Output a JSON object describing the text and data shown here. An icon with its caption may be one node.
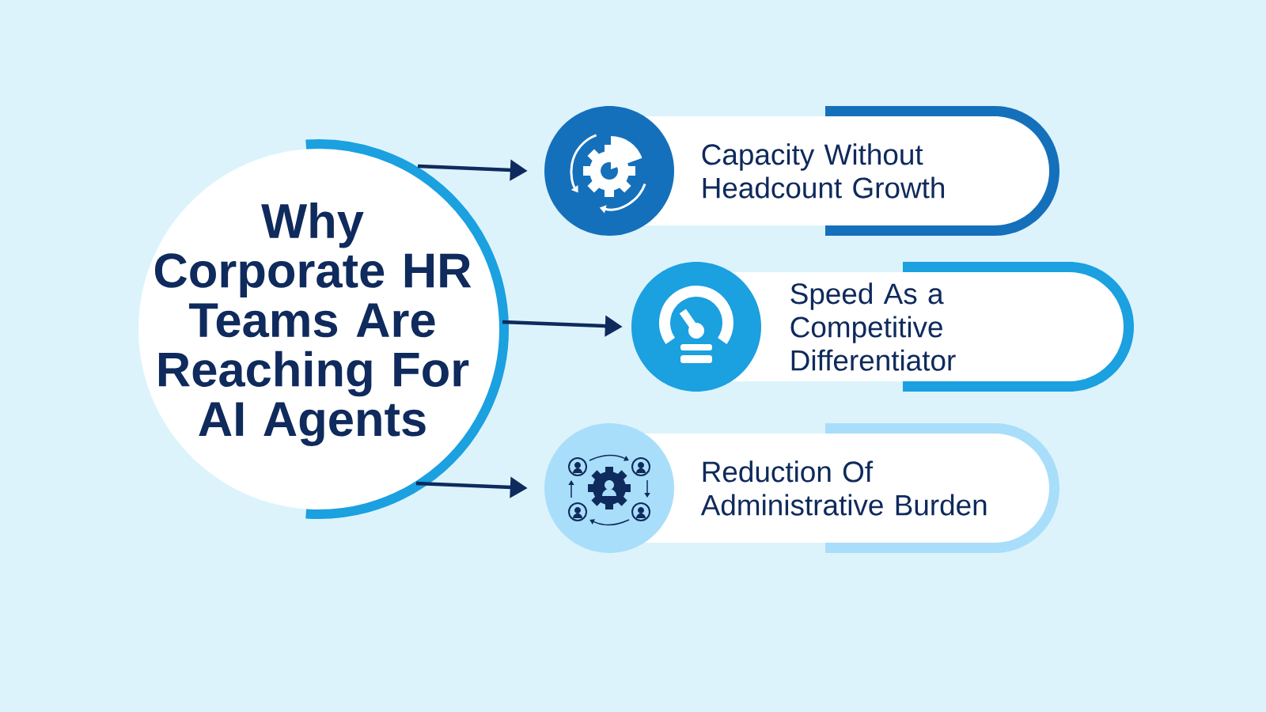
{
  "diagram": {
    "nodes": [
      {
        "text": [
          "Why Corporate HR Teams Are Reaching For AI Agents"
        ]
      },
      {
        "text": [
          "Capacity Without Headcount Growth"
        ]
      },
      {
        "text": [
          "Speed As a Competitive Differentiator"
        ]
      },
      {
        "text": [
          "Reduction Of Administrative Burden"
        ]
      }
    ],
    "edges": [
      {
        "from": 0,
        "to": 1,
        "arrow": "to"
      },
      {
        "from": 0,
        "to": 2,
        "arrow": "to"
      },
      {
        "from": 0,
        "to": 3,
        "arrow": "to"
      }
    ]
  }
}
